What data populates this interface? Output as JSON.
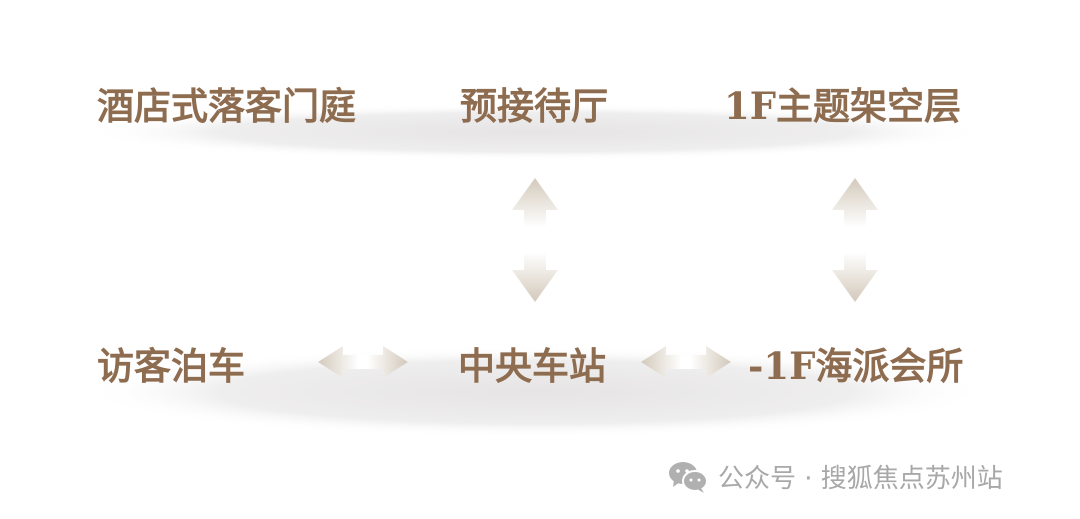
{
  "top_row": {
    "left": "酒店式落客门庭",
    "center": "预接待厅",
    "right": "1F主题架空层"
  },
  "bottom_row": {
    "left": "访客泊车",
    "center": "中央车站",
    "right": "-1F海派会所"
  },
  "watermark": {
    "icon": "wechat-icon",
    "text": "公众号 · 搜狐焦点苏州站"
  },
  "colors": {
    "label": "#8e6c50",
    "arrow": "#d6cdbf",
    "watermark": "#a8a8a8"
  }
}
